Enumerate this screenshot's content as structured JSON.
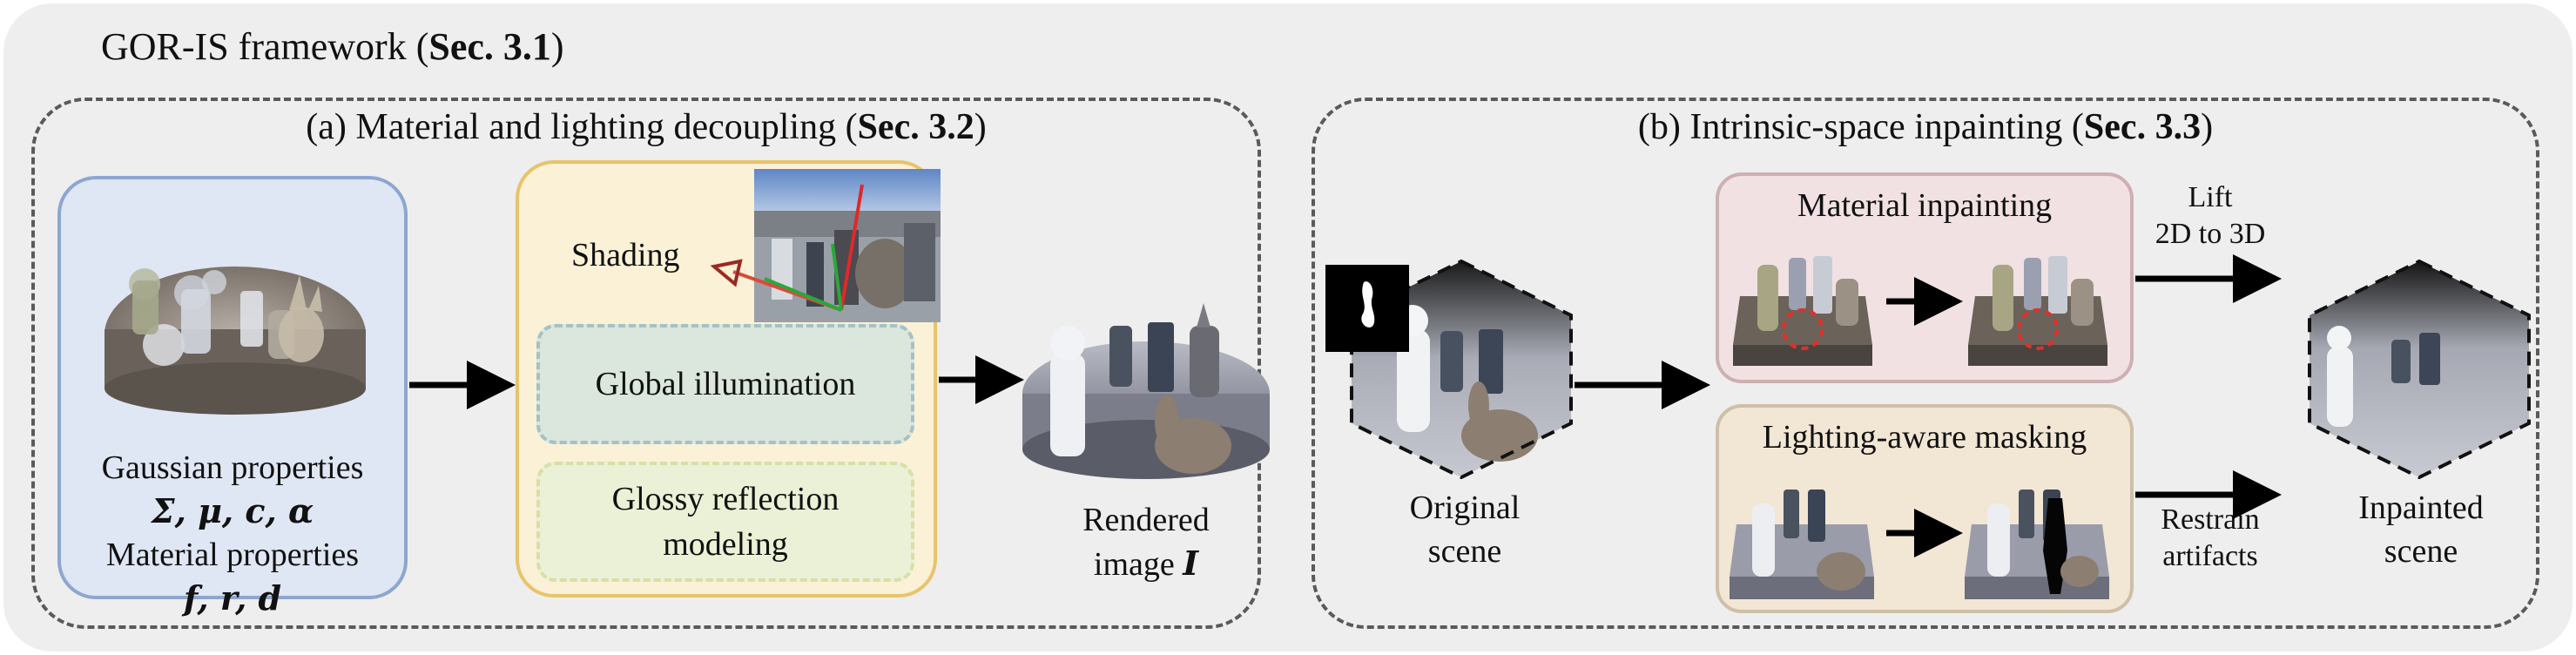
{
  "framework": {
    "title": "GOR-IS framework (",
    "ref": "Sec. 3.1",
    "close": ")"
  },
  "panel_a": {
    "title": "(a) Material and lighting decoupling (",
    "ref": "Sec. 3.2",
    "close": ")",
    "gaussian_label": "Gaussian properties",
    "gaussian_math": "Σ, μ, c, α",
    "material_label": "Material properties",
    "material_math": "f, r, d",
    "shading_label": "Shading",
    "global_illumination": "Global illumination",
    "glossy_line1": "Glossy reflection",
    "glossy_line2": "modeling",
    "rendered_line1": "Rendered",
    "rendered_line2": "image ",
    "rendered_symbol": "I"
  },
  "panel_b": {
    "title": "(b) Intrinsic-space inpainting (",
    "ref": "Sec. 3.3",
    "close": ")",
    "original_line1": "Original",
    "original_line2": "scene",
    "material_inpainting": "Material inpainting",
    "lighting_masking": "Lighting-aware masking",
    "lift_line1": "Lift",
    "lift_line2": "2D to 3D",
    "restrain_line1": "Restrain",
    "restrain_line2": "artifacts",
    "inpainted_line1": "Inpainted",
    "inpainted_line2": "scene"
  },
  "colors": {
    "blue_box": "#dfe6f4",
    "yellow_box": "#fbf1d6",
    "pink_box": "#f1e1e3",
    "tan_box": "#f2e6d4",
    "arrow": "#000000",
    "red_dashed_circle": "#e0302a"
  }
}
